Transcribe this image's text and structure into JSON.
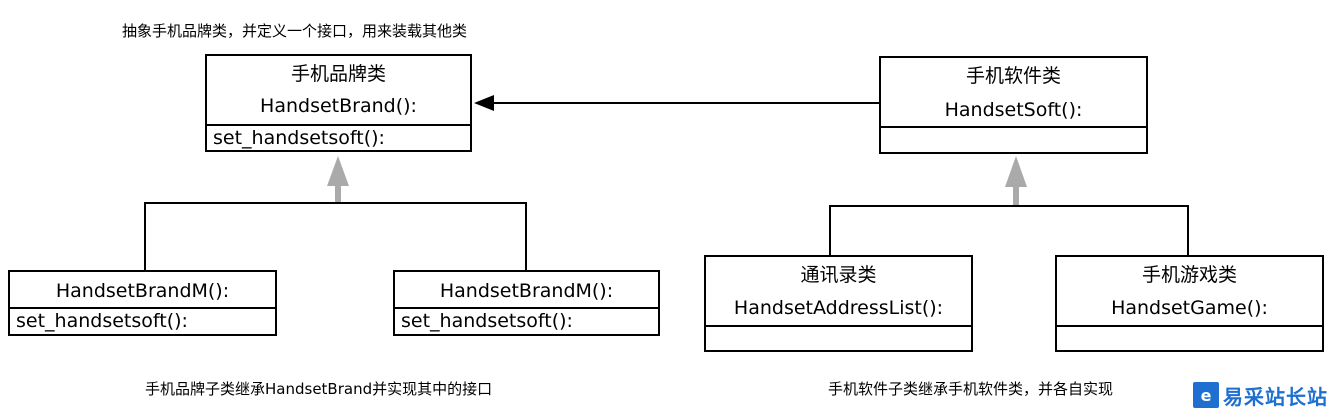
{
  "notes": {
    "top": "抽象手机品牌类，并定义一个接口，用来装载其他类",
    "bottom_left": "手机品牌子类继承HandsetBrand并实现其中的接口",
    "bottom_right": "手机软件子类继承手机软件类，并各自实现"
  },
  "brand_base": {
    "title": "手机品牌类",
    "name": "HandsetBrand():",
    "method": "set_handsetsoft():"
  },
  "soft_base": {
    "title": "手机软件类",
    "name": "HandsetSoft():"
  },
  "brand_m1": {
    "name": "HandsetBrandM():",
    "method": "set_handsetsoft():"
  },
  "brand_m2": {
    "name": "HandsetBrandM():",
    "method": "set_handsetsoft():"
  },
  "soft_addr": {
    "title": "通讯录类",
    "name": "HandsetAddressList():"
  },
  "soft_game": {
    "title": "手机游戏类",
    "name": "HandsetGame():"
  },
  "watermark": {
    "logo": "e",
    "text": "易采站长站"
  },
  "colors": {
    "line": "#000000",
    "inherit_arrow": "#aaaaaa",
    "watermark": "#1e6fd0"
  }
}
